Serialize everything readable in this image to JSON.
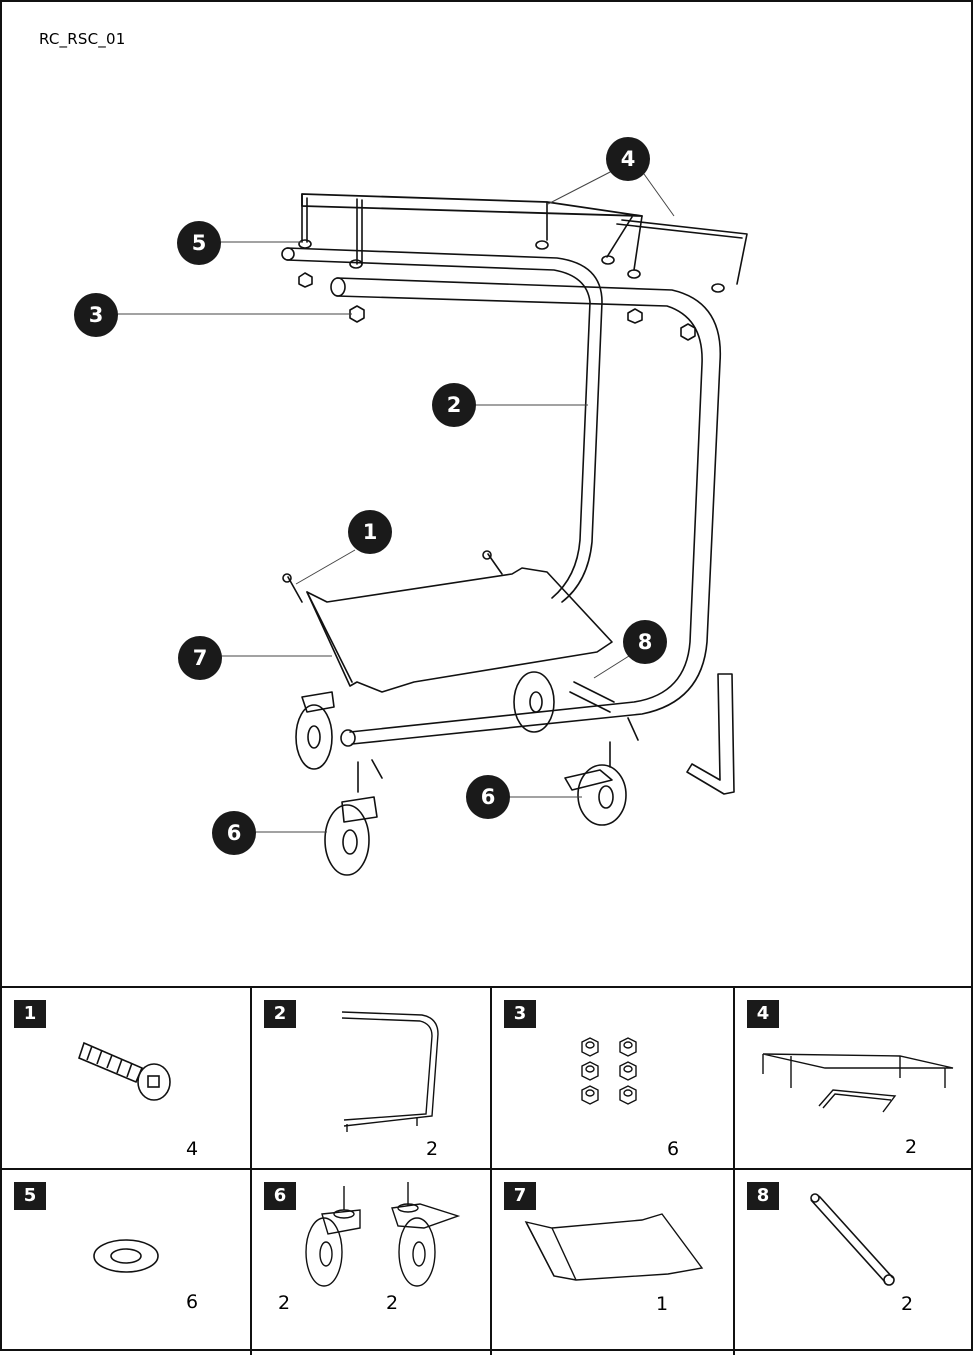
{
  "document_id": "RC_RSC_01",
  "callouts": [
    "1",
    "2",
    "3",
    "4",
    "5",
    "6",
    "6",
    "7",
    "8"
  ],
  "parts": [
    {
      "number": "1",
      "quantity": "4"
    },
    {
      "number": "2",
      "quantity": "2"
    },
    {
      "number": "3",
      "quantity": "6"
    },
    {
      "number": "4",
      "quantity": "2"
    },
    {
      "number": "5",
      "quantity": "6"
    },
    {
      "number": "6",
      "quantity_a": "2",
      "quantity_b": "2"
    },
    {
      "number": "7",
      "quantity": "1"
    },
    {
      "number": "8",
      "quantity": "2"
    }
  ],
  "icons": {
    "1": "bolt-icon",
    "2": "side-frame-icon",
    "3": "hex-nut-icon",
    "4": "top-rail-icon",
    "5": "washer-icon",
    "6": "caster-wheel-icon",
    "7": "shelf-tray-icon",
    "8": "crossbar-tube-icon"
  }
}
